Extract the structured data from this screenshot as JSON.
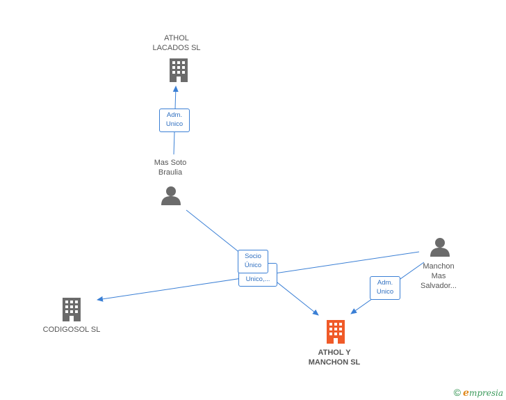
{
  "nodes": {
    "athol_lacados": {
      "line1": "ATHOL",
      "line2": "LACADOS SL",
      "kind": "company"
    },
    "mas_soto": {
      "line1": "Mas Soto",
      "line2": "Braulia",
      "kind": "person"
    },
    "codigosol": {
      "line1": "CODIGOSOL SL",
      "kind": "company"
    },
    "athol_manchon": {
      "line1": "ATHOL Y",
      "line2": "MANCHON SL",
      "kind": "company-main"
    },
    "manchon_mas": {
      "line1": "Manchon",
      "line2": "Mas",
      "line3": "Salvador...",
      "kind": "person"
    }
  },
  "edges": {
    "adm_unico_top": {
      "line1": "Adm.",
      "line2": "Unico"
    },
    "socio_unico": {
      "line1": "Socio",
      "line2": "Único"
    },
    "unico_dots": {
      "line1": "Unico,..."
    },
    "adm_unico_right": {
      "line1": "Adm.",
      "line2": "Unico"
    }
  },
  "colors": {
    "company": "#6b6b6b",
    "main": "#f05a28",
    "link": "#3a7fd5",
    "person": "#6b6b6b"
  },
  "footer": {
    "copyright": "©",
    "brand_e": "e",
    "brand_rest": "mpresia"
  }
}
